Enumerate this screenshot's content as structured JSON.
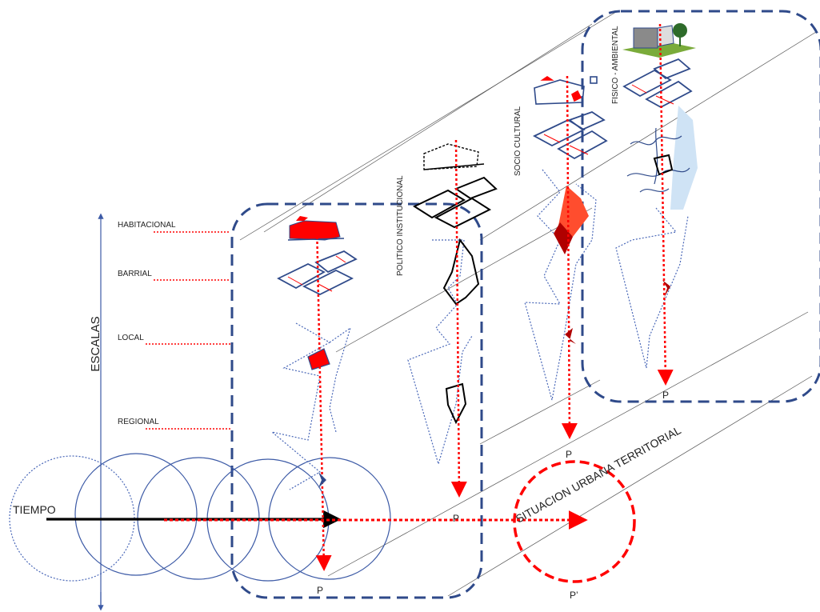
{
  "colors": {
    "panel_border": "#2f4a8a",
    "red": "#ff0000",
    "dark_red": "#b00000",
    "circle_blue": "#3c5aa6",
    "dotted_blue": "#4a68b8",
    "line_gray": "#555555",
    "light_blue": "#cfe3f5",
    "green": "#7aab3a"
  },
  "scales": {
    "axis_label": "ESCALAS",
    "habitacional": "HABITACIONAL",
    "barrial": "BARRIAL",
    "local": "LOCAL",
    "regional": "REGIONAL"
  },
  "layers": {
    "politico": "POLITICO INSTITUCIONAL",
    "socio": "SOCIO CULTURAL",
    "fisico": "FISICO - AMBIENTAL"
  },
  "points": {
    "p_front": "P",
    "p_politico": "P",
    "p_socio": "P",
    "p_fisico": "P",
    "p_prime": "P’"
  },
  "time": {
    "label": "TIEMPO"
  },
  "title": "SITUACION URBANA TERRITORIAL"
}
